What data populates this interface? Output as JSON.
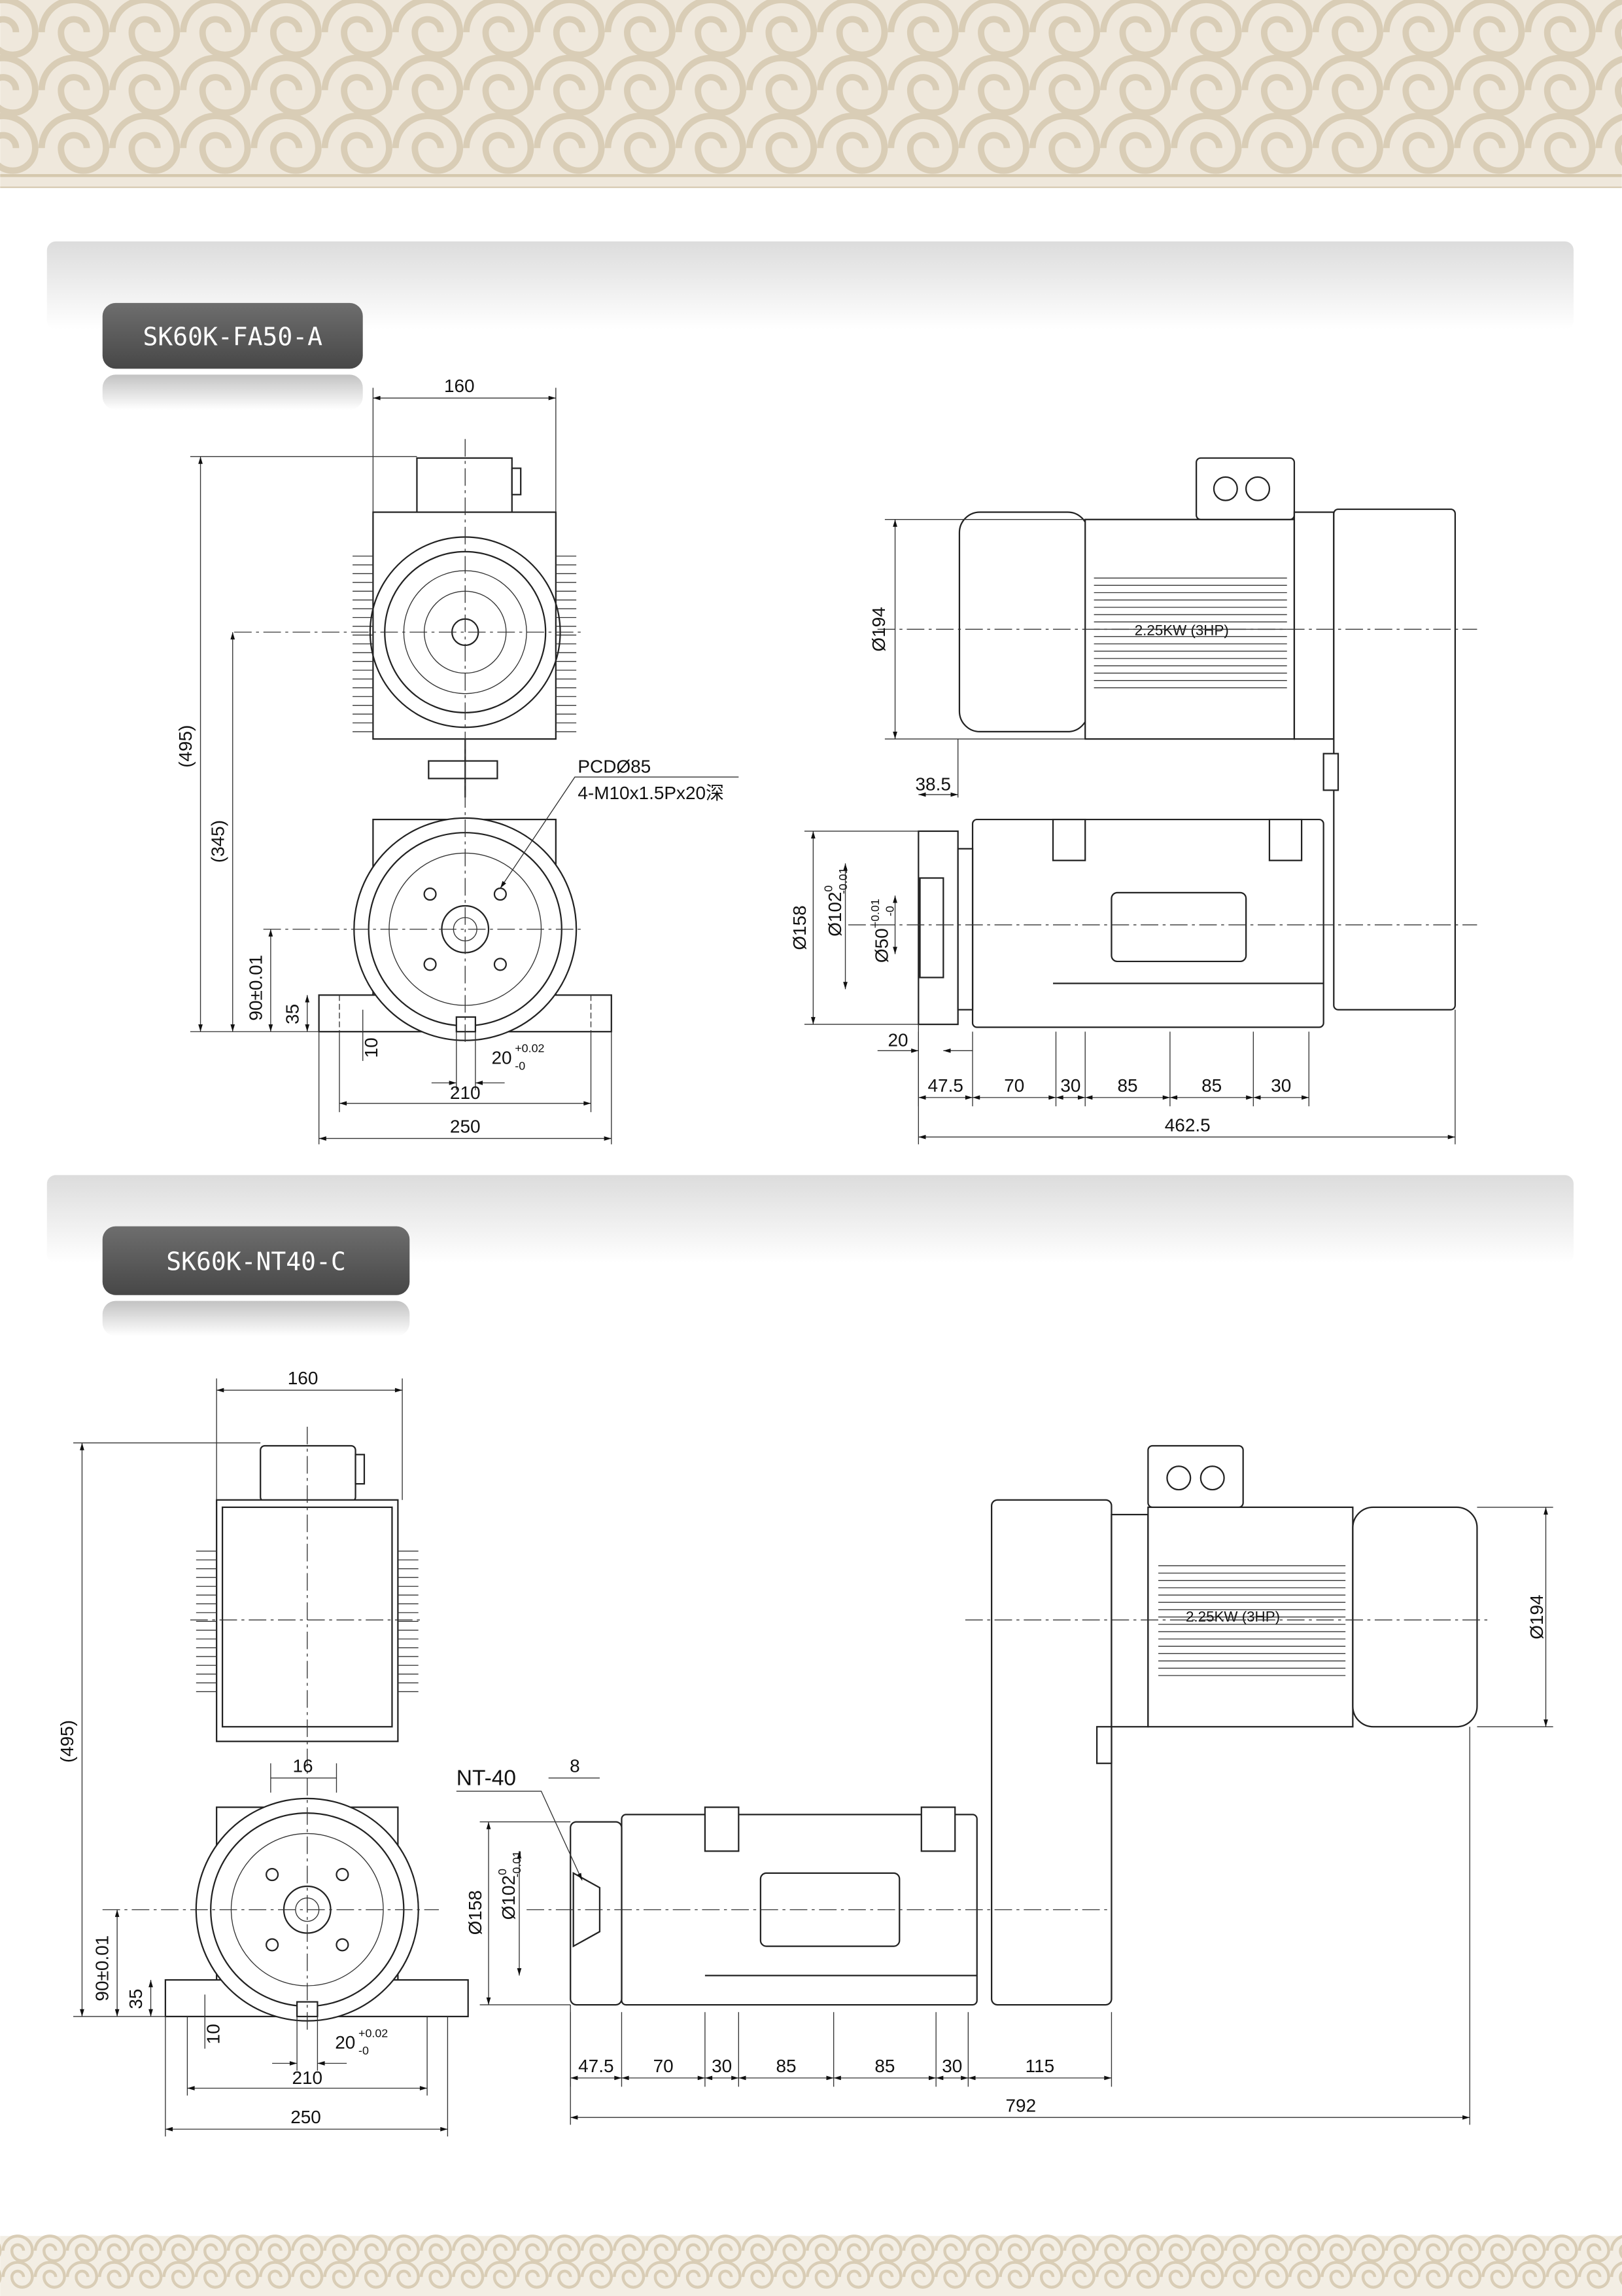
{
  "colors": {
    "band": "#efe8dc",
    "swirl": "#d9cdb6",
    "tab": "#5a5a5a",
    "panel": "#e2e2e2",
    "line": "#222222"
  },
  "sections": [
    {
      "title": "SK60K-FA50-A",
      "front": {
        "width": "160",
        "total_height": "(495)",
        "shaft_height": "(345)",
        "center_height": "90±0.01",
        "base_height": "35",
        "slot_depth": "10",
        "slot_width": "20",
        "slot_tol_upper": "+0.02",
        "slot_tol_lower": "-0",
        "hole_pitch": "210",
        "base_width": "250",
        "pcd": "PCDØ85",
        "bolt_spec": "4-M10x1.5Px20深"
      },
      "side": {
        "motor_dia": "Ø194",
        "motor_label": "2.25KW (3HP)",
        "offset": "38.5",
        "flange_dia": "Ø158",
        "spigot_dia": "Ø102",
        "spigot_tol_upper": "0",
        "spigot_tol_lower": "-0.01",
        "bore_dia": "Ø50",
        "bore_tol_upper": "+0.01",
        "bore_tol_lower": "-0",
        "flange_thk": "20",
        "segments": [
          "47.5",
          "70",
          "30",
          "85",
          "85",
          "30"
        ],
        "total_length": "462.5"
      }
    },
    {
      "title": "SK60K-NT40-C",
      "front": {
        "width": "160",
        "total_height": "(495)",
        "key_width": "16",
        "center_height": "90±0.01",
        "base_height": "35",
        "slot_depth": "10",
        "slot_width": "20",
        "slot_tol_upper": "+0.02",
        "slot_tol_lower": "-0",
        "hole_pitch": "210",
        "base_width": "250"
      },
      "side": {
        "taper": "NT-40",
        "taper_dim": "8",
        "motor_dia": "Ø194",
        "motor_label": "2.25KW (3HP)",
        "flange_dia": "Ø158",
        "spigot_dia": "Ø102",
        "spigot_tol_upper": "0",
        "spigot_tol_lower": "-0.01",
        "segments": [
          "47.5",
          "70",
          "30",
          "85",
          "85",
          "30",
          "115"
        ],
        "total_length": "792"
      }
    }
  ]
}
